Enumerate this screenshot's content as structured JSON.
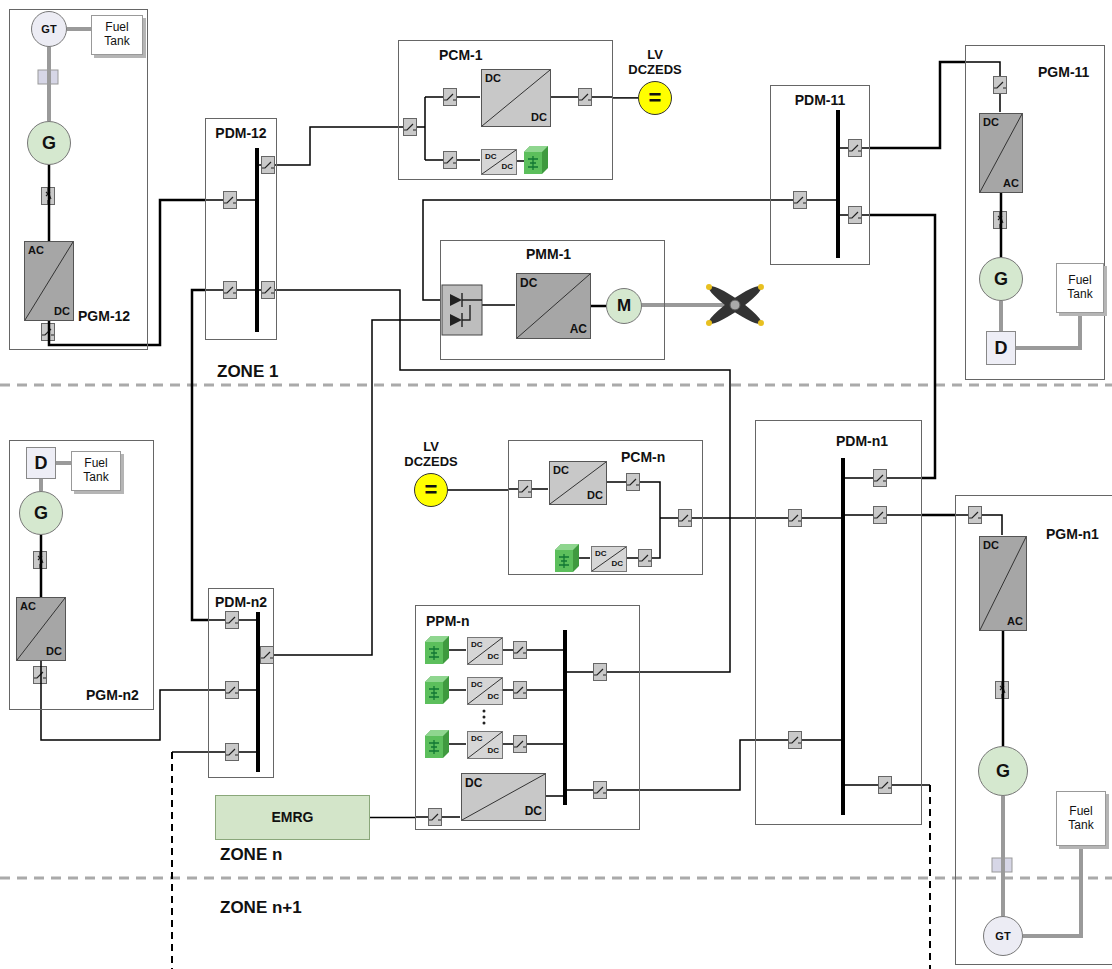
{
  "diagram": {
    "nodes": [
      {
        "text": [
          "PGM-12"
        ]
      },
      {
        "text": [
          "GT"
        ],
        "in": 0
      },
      {
        "text": [
          "Fuel Tank"
        ],
        "in": 0
      },
      {
        "text": [
          "G"
        ],
        "in": 0
      },
      {
        "text": [
          "AC",
          "DC"
        ],
        "in": 0
      },
      {
        "text": [
          "PDM-12"
        ]
      },
      {
        "text": [
          "PCM-1"
        ]
      },
      {
        "text": [
          "DC",
          "DC"
        ],
        "in": 6
      },
      {
        "text": [
          "DC",
          "DC"
        ],
        "in": 6
      },
      {
        "text": [
          "LV DCZEDS",
          "="
        ]
      },
      {
        "text": [
          "PDM-11"
        ]
      },
      {
        "text": [
          "PGM-11"
        ]
      },
      {
        "text": [
          "DC",
          "AC"
        ],
        "in": 11
      },
      {
        "text": [
          "G"
        ],
        "in": 11
      },
      {
        "text": [
          "Fuel Tank"
        ],
        "in": 11
      },
      {
        "text": [
          "D"
        ],
        "in": 11
      },
      {
        "text": [
          "PMM-1"
        ]
      },
      {
        "text": [
          "DC",
          "AC"
        ],
        "in": 16
      },
      {
        "text": [
          "M"
        ],
        "in": 16
      },
      {
        "text": [
          "LV DCZEDS",
          "="
        ]
      },
      {
        "text": [
          "PCM-n"
        ]
      },
      {
        "text": [
          "DC",
          "DC"
        ],
        "in": 20
      },
      {
        "text": [
          "DC",
          "DC"
        ],
        "in": 20
      },
      {
        "text": [
          "PDM-n1"
        ]
      },
      {
        "text": [
          "PGM-n2"
        ]
      },
      {
        "text": [
          "D"
        ],
        "in": 24
      },
      {
        "text": [
          "Fuel Tank"
        ],
        "in": 24
      },
      {
        "text": [
          "G"
        ],
        "in": 24
      },
      {
        "text": [
          "AC",
          "DC"
        ],
        "in": 24
      },
      {
        "text": [
          "PDM-n2"
        ]
      },
      {
        "text": [
          "PPM-n"
        ]
      },
      {
        "text": [
          "DC",
          "DC"
        ],
        "in": 30
      },
      {
        "text": [
          "DC",
          "DC"
        ],
        "in": 30
      },
      {
        "text": [
          "DC",
          "DC"
        ],
        "in": 30
      },
      {
        "text": [
          "DC",
          "DC"
        ],
        "in": 30
      },
      {
        "text": [
          "EMRG"
        ]
      },
      {
        "text": [
          "PGM-n1"
        ]
      },
      {
        "text": [
          "DC",
          "AC"
        ],
        "in": 36
      },
      {
        "text": [
          "G"
        ],
        "in": 36
      },
      {
        "text": [
          "Fuel Tank"
        ],
        "in": 36
      },
      {
        "text": [
          "GT"
        ],
        "in": 36
      }
    ],
    "edges": [
      {
        "from": 4,
        "to": 5,
        "arrow": "none"
      },
      {
        "from": 3,
        "to": 4,
        "arrow": "none"
      },
      {
        "from": 1,
        "to": 3,
        "arrow": "none"
      },
      {
        "from": 2,
        "to": 1,
        "arrow": "none"
      },
      {
        "from": 5,
        "to": 6,
        "arrow": "none"
      },
      {
        "from": 6,
        "to": 9,
        "arrow": "none"
      },
      {
        "from": 10,
        "to": 16,
        "arrow": "none"
      },
      {
        "from": 29,
        "to": 16,
        "arrow": "none"
      },
      {
        "from": 5,
        "to": 30,
        "arrow": "none"
      },
      {
        "from": 10,
        "to": 11,
        "arrow": "none"
      },
      {
        "from": 12,
        "to": 13,
        "arrow": "none"
      },
      {
        "from": 15,
        "to": 13,
        "arrow": "none"
      },
      {
        "from": 14,
        "to": 15,
        "arrow": "none"
      },
      {
        "from": 10,
        "to": 23,
        "arrow": "none"
      },
      {
        "from": 23,
        "to": 20,
        "arrow": "none"
      },
      {
        "from": 23,
        "to": 36,
        "arrow": "none"
      },
      {
        "from": 23,
        "to": 30,
        "arrow": "none"
      },
      {
        "from": 35,
        "to": 30,
        "arrow": "none"
      },
      {
        "from": 5,
        "to": 29,
        "arrow": "none"
      },
      {
        "from": 28,
        "to": 29,
        "arrow": "none"
      },
      {
        "from": 27,
        "to": 28,
        "arrow": "none"
      },
      {
        "from": 25,
        "to": 27,
        "arrow": "none"
      },
      {
        "from": 26,
        "to": 25,
        "arrow": "none"
      },
      {
        "from": 20,
        "to": 19,
        "arrow": "none"
      },
      {
        "from": 17,
        "to": 18,
        "arrow": "none"
      },
      {
        "from": 37,
        "to": 38,
        "arrow": "none"
      },
      {
        "from": 40,
        "to": 38,
        "arrow": "none"
      },
      {
        "from": 39,
        "to": 40,
        "arrow": "none"
      }
    ],
    "labels": [
      "ZONE 1",
      "ZONE n",
      "ZONE n+1"
    ]
  }
}
